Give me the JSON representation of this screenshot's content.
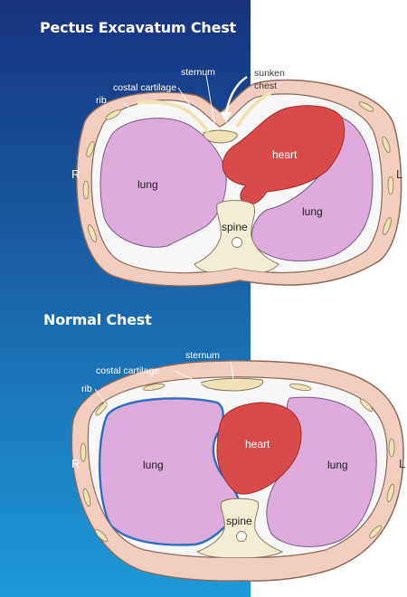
{
  "colors": {
    "panel_blue_top": "#17327f",
    "panel_blue_bottom": "#1d9ad8",
    "skin": "#f3cdbd",
    "rib": "#efe2b6",
    "lung": "#dcaadb",
    "heart": "#d94a4a",
    "spine": "#f3ecd4",
    "normal_pleura": "#2e6fbf"
  },
  "pectus": {
    "title": "Pectus Excavatum Chest",
    "labels": {
      "sternum": "sternum",
      "costal_cartilage": "costal cartilage",
      "rib": "rib",
      "sunken_line1": "sunken",
      "sunken_line2": "chest",
      "right": "R",
      "left": "L",
      "lung_right": "lung",
      "lung_left": "lung",
      "heart": "heart",
      "spine": "spine"
    }
  },
  "normal": {
    "title": "Normal Chest",
    "labels": {
      "sternum": "sternum",
      "costal_cartilage": "costal cartilage",
      "rib": "rib",
      "right": "R",
      "left": "L",
      "lung_right": "lung",
      "lung_left": "lung",
      "heart": "heart",
      "spine": "spine"
    }
  }
}
